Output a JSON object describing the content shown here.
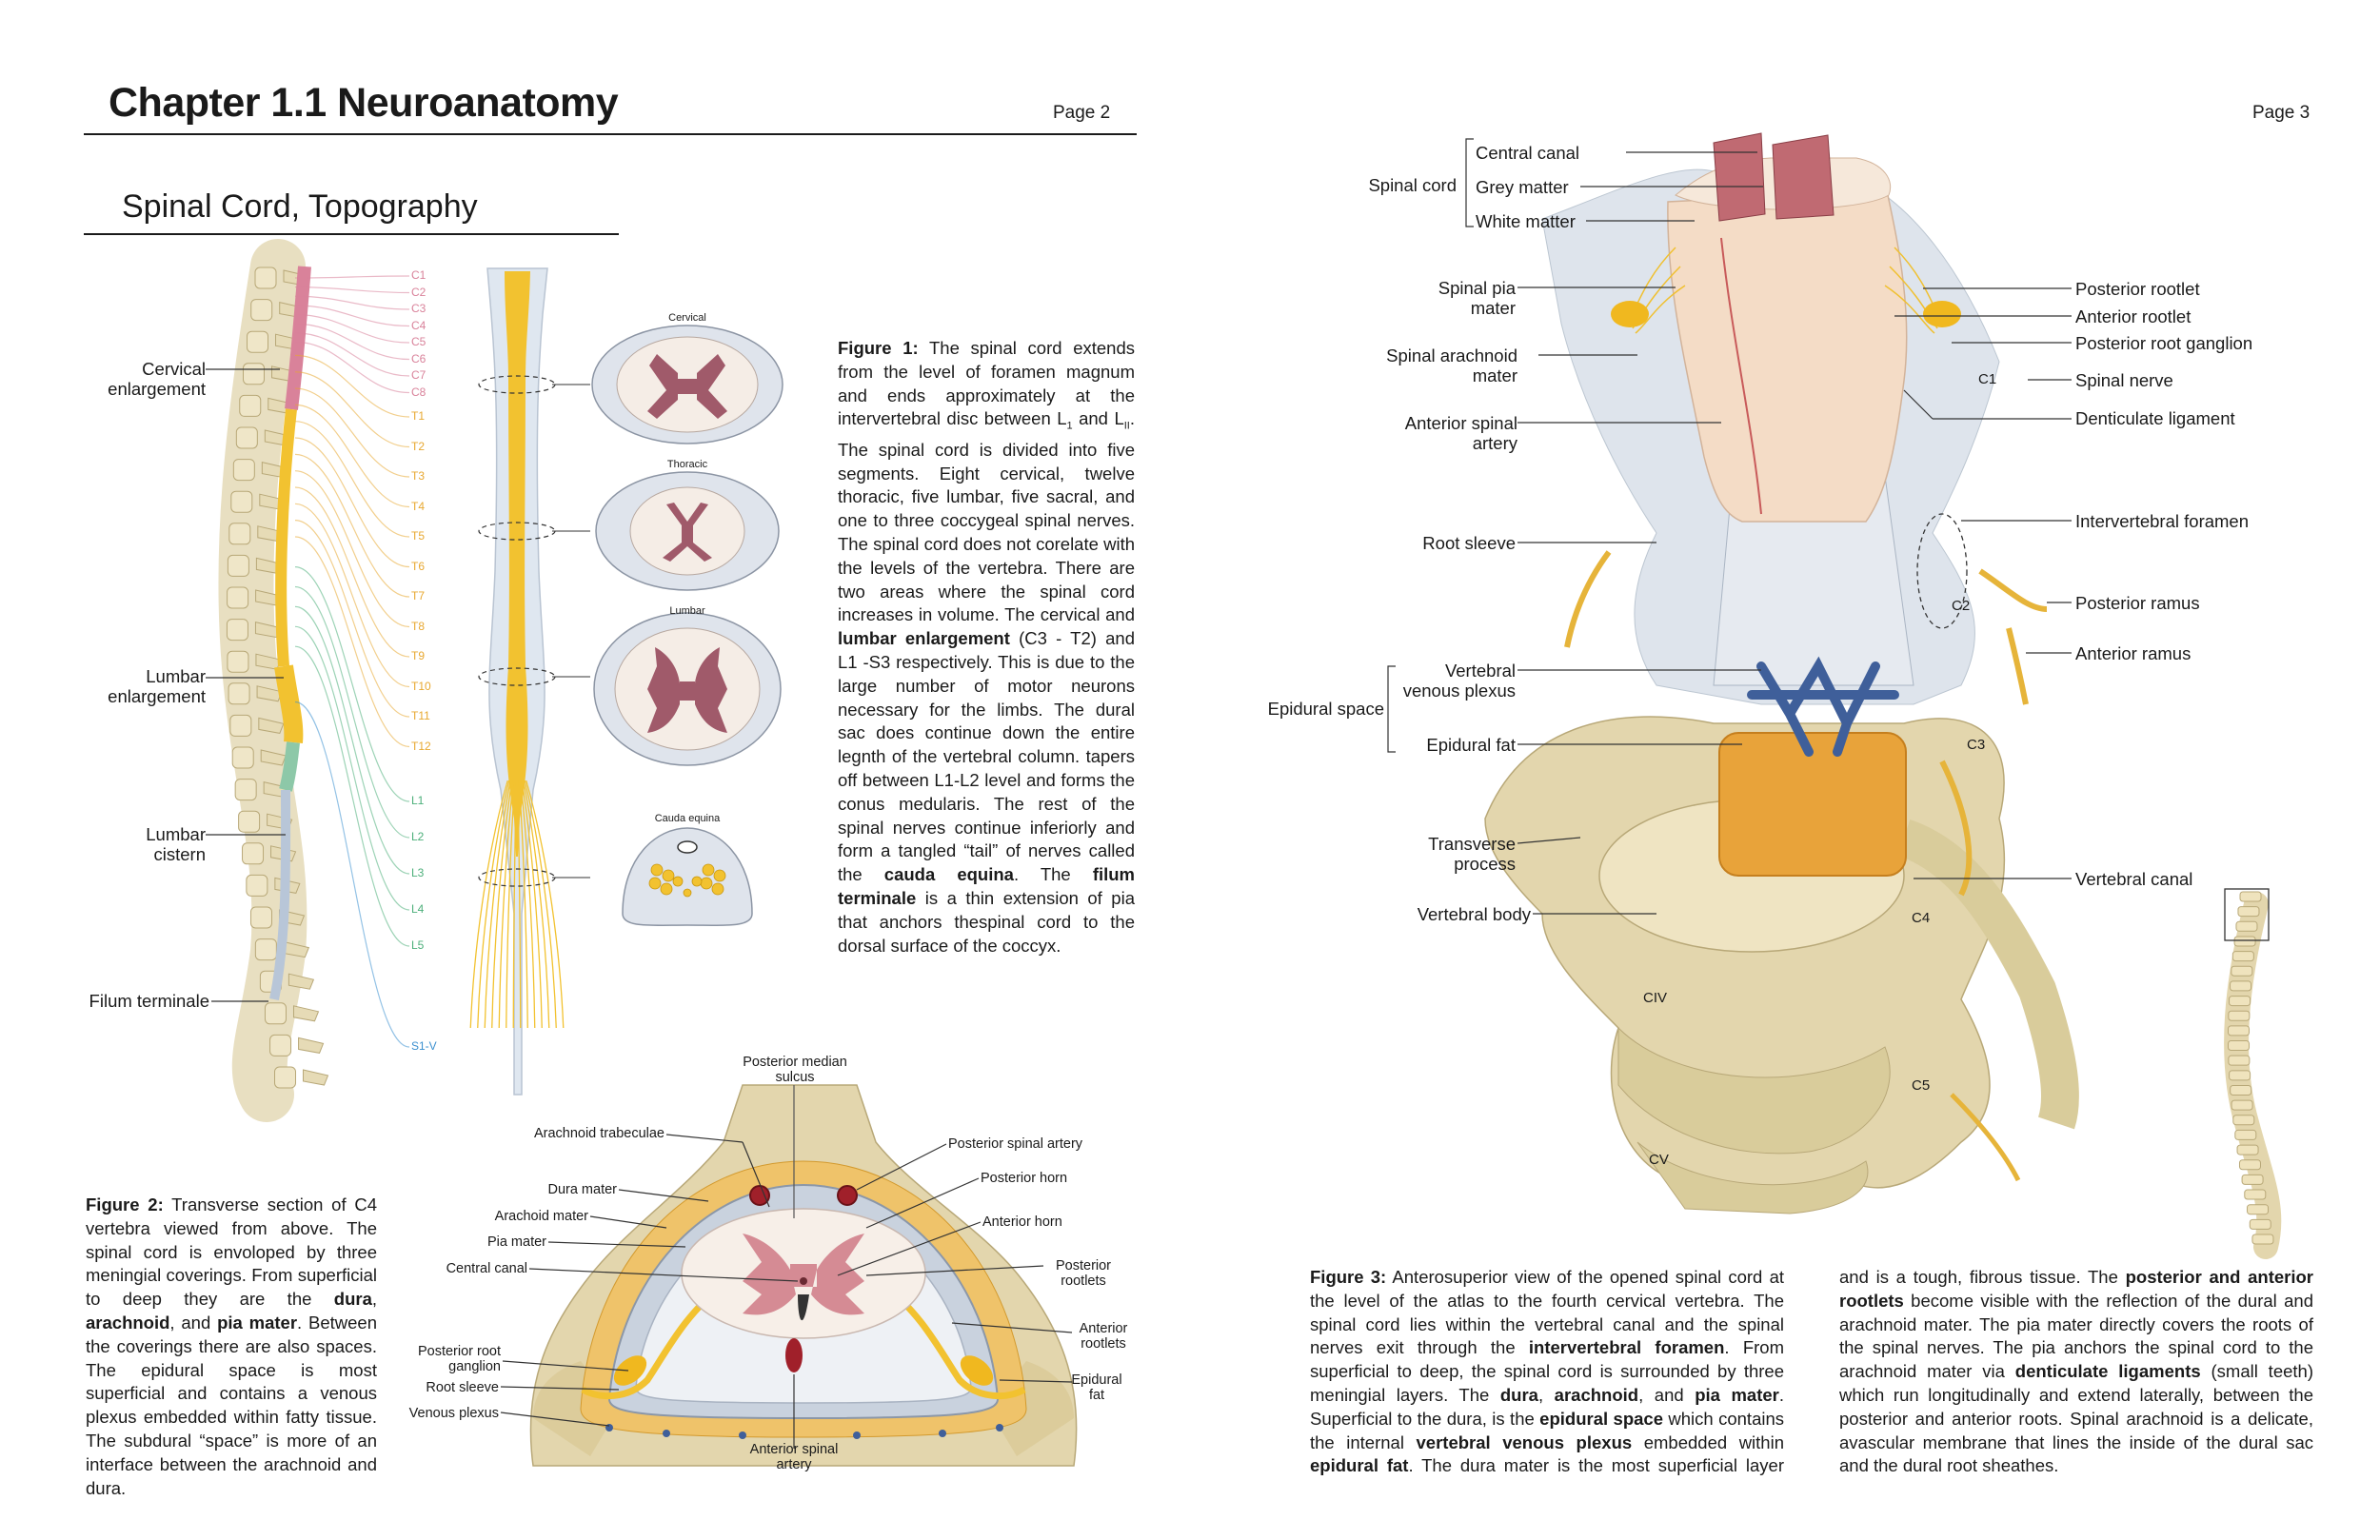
{
  "header": {
    "chapter_title": "Chapter 1.1 Neuroanatomy",
    "page_left": "Page 2",
    "page_right": "Page 3"
  },
  "section_title": "Spinal Cord, Topography",
  "fig1": {
    "labels": {
      "cervical_enlargement": "Cervical enlargement",
      "lumbar_enlargement": "Lumbar enlargement",
      "lumbar_cistern": "Lumbar cistern",
      "filum_terminale": "Filum terminale"
    },
    "segments": [
      "C1",
      "C2",
      "C3",
      "C4",
      "C5",
      "C6",
      "C7",
      "C8",
      "T1",
      "T2",
      "T3",
      "T4",
      "T5",
      "T6",
      "T7",
      "T8",
      "T9",
      "T10",
      "T11",
      "T12",
      "L1",
      "L2",
      "L3",
      "L4",
      "L5",
      "S1-V"
    ],
    "sections": {
      "cervical": "Cervical",
      "thoracic": "Thoracic",
      "lumbar": "Lumbar",
      "cauda_equina": "Cauda equina"
    },
    "caption": {
      "title": "Figure 1:",
      "p1": " The spinal cord extends from the level of foramen magnum and ends approximately at the intervertebral disc between L",
      "sub1": "1",
      "p2": " and L",
      "sub2": "II",
      "p3": ". The spinal cord is divided into five segments. Eight cervical, twelve thoracic, five lumbar, five sacral, and one to three coccygeal spinal nerves. The spinal cord does not corelate with the levels of the vertebra. There are two areas where the spinal cord increases in volume. The cervical and ",
      "b1": "lumbar enlargement",
      "p4": " (C3 - T2) and L1 -S3 respectively.  This is due to the large number of motor neurons necessary for the limbs. The dural sac does continue down the entire legnth of the vertebral column. tapers off between L1-L2 level and forms the conus medularis. The rest of the spinal nerves continue inferiorly and form a tangled “tail” of nerves called the ",
      "b2": "cauda equina",
      "p5": ". The ",
      "b3": "filum terminale",
      "p6": " is a thin extension of pia that anchors thespinal cord to the dorsal surface of the coccyx."
    }
  },
  "fig2": {
    "labels": {
      "posterior_median_sulcus": "Posterior median sulcus",
      "arachnoid_trabeculae": "Arachnoid trabeculae",
      "dura_mater": "Dura mater",
      "arachoid_mater": "Arachoid mater",
      "pia_mater": "Pia mater",
      "central_canal": "Central canal",
      "posterior_root_ganglion": "Posterior root ganglion",
      "root_sleeve": "Root sleeve",
      "venous_plexus": "Venous plexus",
      "anterior_spinal_artery": "Anterior spinal artery",
      "posterior_spinal_artery": "Posterior spinal artery",
      "posterior_horn": "Posterior horn",
      "anterior_horn": "Anterior horn",
      "posterior_rootlets": "Posterior rootlets",
      "anterior_rootlets": "Anterior rootlets",
      "epidural_fat": "Epidural fat"
    },
    "caption": {
      "title": "Figure 2:",
      "p1": " Transverse section of C4 vertebra viewed from above. The spinal cord is envoloped by three meningial coverings.  From superficial to deep they are the ",
      "b1": "dura",
      "p2": ", ",
      "b2": "arachnoid",
      "p3": ", and ",
      "b3": "pia mater",
      "p4": ". Between the coverings there are also spaces. The epidural space is most superficial and contains a venous plexus embedded within fatty tissue. The subdural “space” is more of an interface between the arachnoid and dura."
    }
  },
  "fig3": {
    "labels": {
      "spinal_cord": "Spinal cord",
      "central_canal": "Central canal",
      "grey_matter": "Grey matter",
      "white_matter": "White matter",
      "spinal_pia_mater": "Spinal pia mater",
      "spinal_arachnoid_mater": "Spinal arachnoid mater",
      "anterior_spinal_artery": "Anterior spinal artery",
      "root_sleeve": "Root sleeve",
      "epidural_space": "Epidural space",
      "vertebral_venous_plexus": "Vertebral venous plexus",
      "epidural_fat": "Epidural fat",
      "transverse_process": "Transverse process",
      "vertebral_body": "Vertebral body",
      "posterior_rootlet": "Posterior rootlet",
      "anterior_rootlet": "Anterior rootlet",
      "posterior_root_ganglion": "Posterior root ganglion",
      "spinal_nerve": "Spinal nerve",
      "denticulate_ligament": "Denticulate ligament",
      "intervertebral_foramen": "Intervertebral foramen",
      "posterior_ramus": "Posterior ramus",
      "anterior_ramus": "Anterior ramus",
      "vertebral_canal": "Vertebral canal",
      "c1": "C1",
      "c2": "C2",
      "c3": "C3",
      "c4": "C4",
      "c5": "C5",
      "civ": "CIV",
      "cv": "CV"
    },
    "caption": {
      "title": "Figure 3:",
      "p1": " Anterosuperior view of the opened spinal cord at the level of the atlas to the fourth cervical vertebra. The spinal cord lies within the vertebral canal and the spinal nerves exit through the ",
      "b1": "intervertebral foramen",
      "p2": ". From superficial to deep, the spinal cord is surrounded by three meningial layers. The ",
      "b2": "dura",
      "p3": ", ",
      "b3": "arachnoid",
      "p4": ", and ",
      "b4": "pia mater",
      "p5": ". Superficial to the dura, is the ",
      "b5": "epidural space",
      "p6": " which contains the internal ",
      "b6": "vertebral venous plexus",
      "p7": " embedded within ",
      "b7": "epidural fat",
      "p8": ". The dura mater is the most superficial layer and is a tough,  fibrous tissue. The ",
      "b8": "posterior and anterior rootlets",
      "p9": " become visible with the reflection of the dural and arachnoid mater. The pia mater directly covers the roots of the spinal nerves. The pia anchors the spinal cord to the arachnoid mater via ",
      "b9": "denticulate ligaments",
      "p10": " (small teeth) which run longitudinally and extend laterally, between the posterior and anterior roots. Spinal arachnoid is a delicate, avascular membrane that lines the inside of the dural sac and the dural root sheathes."
    }
  },
  "colors": {
    "cord_yellow": "#f2c230",
    "cervical_pink": "#d9829a",
    "sacral_green": "#8dc8a8",
    "grey_matter": "#a05a6a",
    "bone": "#e3d6ad",
    "fat": "#e8a33a",
    "venous": "#3f5f9a",
    "membrane": "#d7dde6"
  }
}
